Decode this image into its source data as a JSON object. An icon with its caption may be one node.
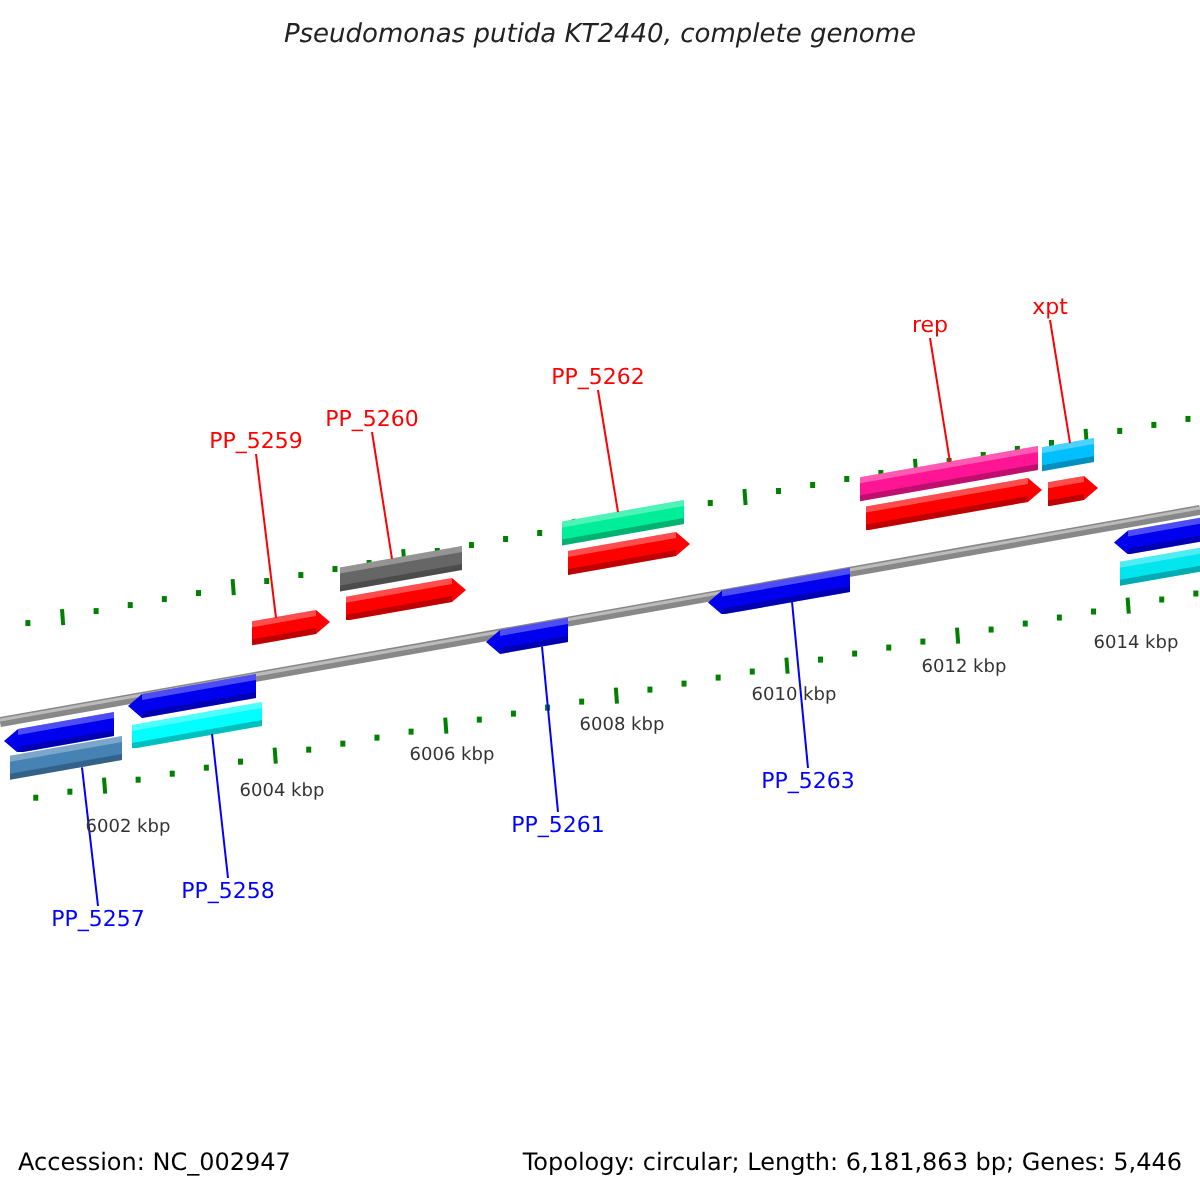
{
  "diagram": {
    "title": "Pseudomonas putida KT2440, complete genome",
    "nodes": [
      {
        "text": [
          "xpt"
        ]
      },
      {
        "text": [
          "rep"
        ]
      },
      {
        "text": [
          "PP_5262"
        ]
      },
      {
        "text": [
          "PP_5260"
        ]
      },
      {
        "text": [
          "PP_5259"
        ]
      },
      {
        "text": [
          "PP_5263"
        ]
      },
      {
        "text": [
          "PP_5261"
        ]
      },
      {
        "text": [
          "PP_5258"
        ]
      },
      {
        "text": [
          "PP_5257"
        ]
      },
      {
        "text": [],
        "shape": "arrow"
      },
      {
        "text": [],
        "shape": "bar"
      },
      {
        "text": [],
        "shape": "arrow"
      },
      {
        "text": [],
        "shape": "bar"
      },
      {
        "text": [],
        "shape": "arrow"
      },
      {
        "text": [],
        "shape": "bar"
      },
      {
        "text": [],
        "shape": "arrow"
      },
      {
        "text": [],
        "shape": "arrow"
      },
      {
        "text": [],
        "shape": "bar"
      },
      {
        "text": [],
        "shape": "arrow"
      },
      {
        "text": [],
        "shape": "arrow"
      },
      {
        "text": [],
        "shape": "bar"
      },
      {
        "text": [],
        "shape": "arrow"
      },
      {
        "text": [],
        "shape": "bar"
      },
      {
        "text": [],
        "shape": "arrow"
      },
      {
        "text": [],
        "shape": "arrow"
      },
      {
        "text": [],
        "shape": "bar"
      }
    ],
    "edges": [
      {
        "from": 0,
        "to": 22,
        "arrow": "none"
      },
      {
        "from": 1,
        "to": 20,
        "arrow": "none"
      },
      {
        "from": 2,
        "to": 17,
        "arrow": "none"
      },
      {
        "from": 3,
        "to": 14,
        "arrow": "none"
      },
      {
        "from": 4,
        "to": 13,
        "arrow": "none"
      },
      {
        "from": 5,
        "to": 19,
        "arrow": "none",
        "color": "#0000ff"
      },
      {
        "from": 6,
        "to": 16,
        "arrow": "none",
        "color": "#0000ff"
      },
      {
        "from": 7,
        "to": 12,
        "arrow": "none",
        "color": "#0000ff"
      },
      {
        "from": 8,
        "to": 10,
        "arrow": "none",
        "color": "#0000ff"
      }
    ],
    "labels": [
      "6002 kbp",
      "6004 kbp",
      "6006 kbp",
      "6008 kbp",
      "6010 kbp",
      "6012 kbp",
      "6014 kbp",
      "Accession: NC_002947",
      "Topology: circular; Length: 6,181,863 bp; Genes: 5,446"
    ]
  }
}
